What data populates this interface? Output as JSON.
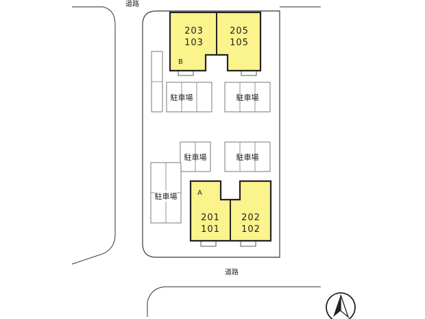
{
  "roads": {
    "top": "道路",
    "bottom": "道路"
  },
  "buildings": {
    "B": {
      "label": "B",
      "units_left": [
        "203",
        "103"
      ],
      "units_right": [
        "205",
        "105"
      ]
    },
    "A": {
      "label": "A",
      "units_left": [
        "201",
        "101"
      ],
      "units_right": [
        "202",
        "102"
      ]
    }
  },
  "parking": {
    "label": "駐車場"
  },
  "compass": {
    "icon": "north-arrow-icon"
  },
  "colors": {
    "building_fill": "#fbf38c",
    "building_border": "#222222"
  }
}
